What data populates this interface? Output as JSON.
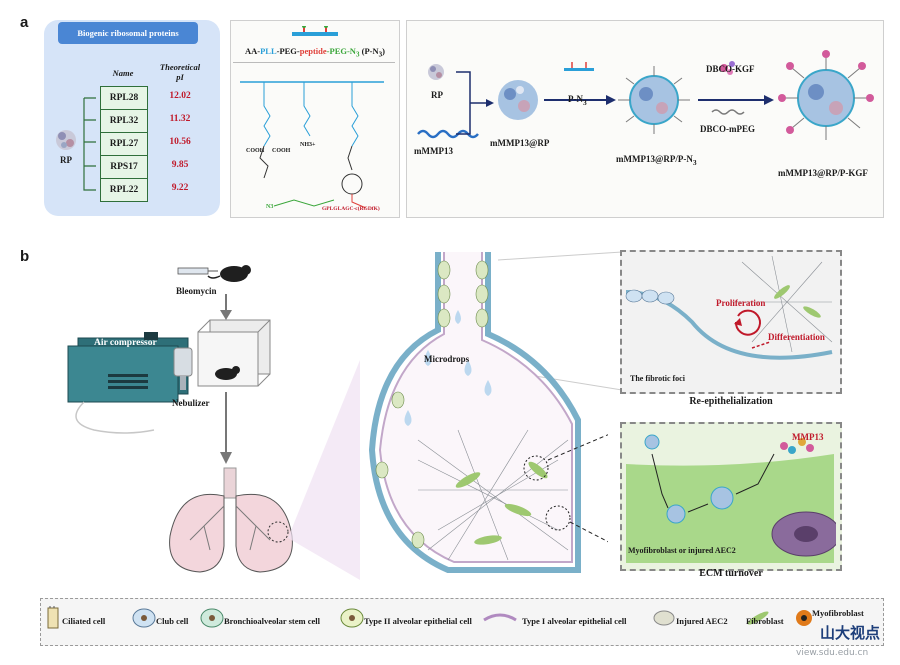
{
  "panel_a": {
    "letter": "a",
    "rp_box": {
      "title": "Biogenic ribosomal proteins",
      "col_name": "Name",
      "col_pi_line1": "Theoretical",
      "col_pi_line2": "pI",
      "rp_label": "RP",
      "rows": [
        {
          "name": "RPL28",
          "pi": "12.02"
        },
        {
          "name": "RPL32",
          "pi": "11.32"
        },
        {
          "name": "RPL27",
          "pi": "10.56"
        },
        {
          "name": "RPS17",
          "pi": "9.85"
        },
        {
          "name": "RPL22",
          "pi": "9.22"
        }
      ]
    },
    "chem": {
      "title_aa": "AA-",
      "title_pll": "PLL",
      "title_peg1": "-PEG-",
      "title_peptide": "peptide",
      "title_peg2": "-PEG-N",
      "title_sub3": "3",
      "title_suffix": " (P-N",
      "title_sub3b": "3",
      "title_close": ")",
      "label_cooh_left": "COOH",
      "label_cooh_right": "COOH",
      "label_nh3": "NH3+",
      "label_n3": "N3",
      "label_peptide": "GPLGLAGC-c(RGDfK)"
    },
    "synth": {
      "rp_label": "RP",
      "mrna_label": "mMMP13",
      "step1_product": "mMMP13@RP",
      "step2_reagent": "P-N",
      "step2_sub": "3",
      "step2_product": "mMMP13@RP/P-N",
      "step2_product_sub": "3",
      "step3_reagent_top": "DBCO-KGF",
      "step3_reagent_bottom": "DBCO-mPEG",
      "step3_product": "mMMP13@RP/P-KGF"
    }
  },
  "panel_b": {
    "letter": "b",
    "bleomycin": "Bleomycin",
    "air_compressor": "Air compressor",
    "nebulizer": "Nebulizer",
    "microdrops": "Microdrops",
    "focus": {
      "proliferation": "Proliferation",
      "differentiation": "Differentiation",
      "foci_label": "The fibrotic foci",
      "caption": "Re-epithelialization"
    },
    "ecm": {
      "mmp13": "MMP13",
      "cell_label": "Myofibroblast or injured AEC2",
      "caption": "ECM turnover"
    }
  },
  "legend": [
    {
      "label": "Ciliated cell"
    },
    {
      "label": "Club cell"
    },
    {
      "label": "Bronchioalveolar stem cell"
    },
    {
      "label": "Type II alveolar epithelial cell"
    },
    {
      "label": "Type I alveolar epithelial cell"
    },
    {
      "label": "Injured AEC2"
    },
    {
      "label": "Fibroblast"
    },
    {
      "label": "Myofibroblast"
    }
  ],
  "watermark": {
    "text": "山大视点",
    "url": "view.sdu.edu.cn"
  },
  "colors": {
    "rp_panel_bg": "#d6e4f8",
    "rp_title_bg": "#4a86d4",
    "pi_red": "#c0192a",
    "pll_blue": "#2a9fd8",
    "peptide_red": "#e0403a",
    "peg_green": "#3aa63a",
    "arrow_navy": "#1d2e6e"
  }
}
